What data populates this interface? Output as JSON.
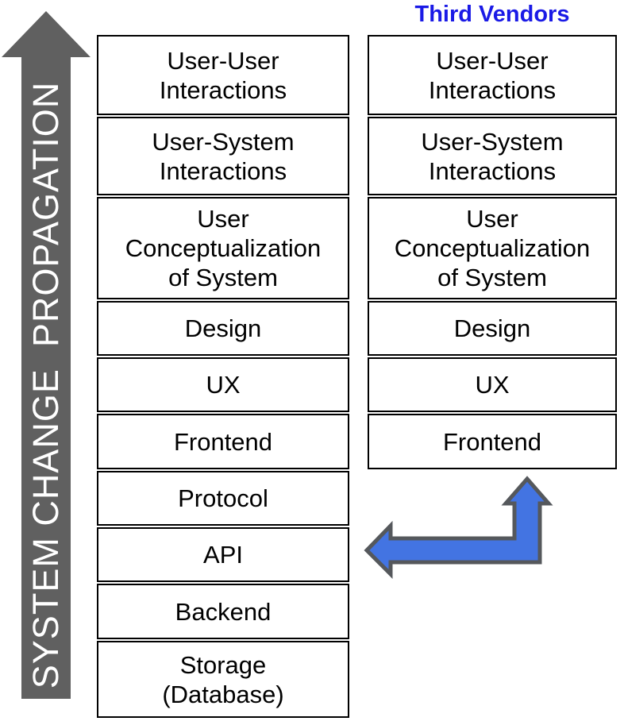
{
  "header": {
    "third_vendors_label": "Third Vendors"
  },
  "propagation_arrow": {
    "label": "SYSTEM CHANGE  PROPAGATION"
  },
  "stacks": {
    "system": {
      "layers": [
        "User-User\nInteractions",
        "User-System\nInteractions",
        "User\nConceptualization\nof System",
        "Design",
        "UX",
        "Frontend",
        "Protocol",
        "API",
        "Backend",
        "Storage\n(Database)"
      ]
    },
    "third_vendor": {
      "layers": [
        "User-User\nInteractions",
        "User-System\nInteractions",
        "User\nConceptualization\nof System",
        "Design",
        "UX",
        "Frontend"
      ]
    }
  },
  "colors": {
    "propagation_arrow_fill": "#606060",
    "propagation_arrow_text": "#ffffff",
    "elbow_arrow_fill": "#4374e2",
    "elbow_arrow_stroke": "#55585c",
    "third_vendors_text": "#1a1ae6",
    "box_border": "#000000",
    "box_background": "#ffffff"
  }
}
